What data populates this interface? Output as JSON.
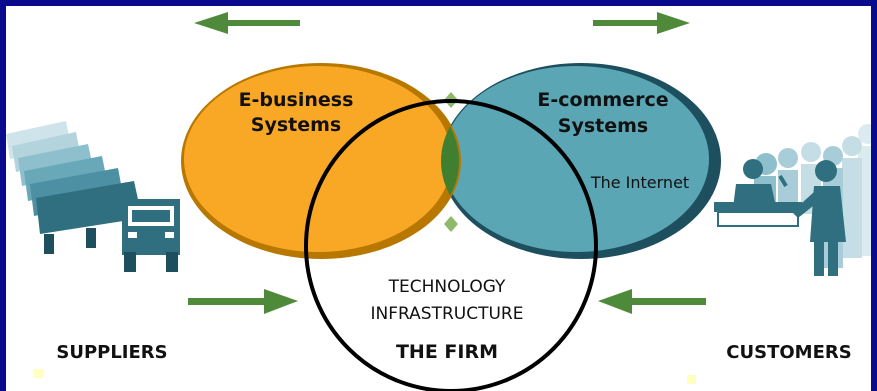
{
  "circles": {
    "ebusiness": {
      "line1": "E-business",
      "line2": "Systems",
      "color": "#f9a825"
    },
    "ecommerce": {
      "line1": "E-commerce",
      "line2": "Systems",
      "sublabel": "The Internet",
      "color": "#5aa6b5"
    },
    "firm": {
      "line1": "TECHNOLOGY",
      "line2": "INFRASTRUCTURE",
      "title": "THE FIRM"
    },
    "overlap_color": "#3f7f2f"
  },
  "sides": {
    "suppliers": "SUPPLIERS",
    "customers": "CUSTOMERS"
  },
  "colors": {
    "arrow": "#4f8a3a",
    "border": "#0a0a8c",
    "icon_teal": "#2f6f80"
  },
  "arrows": [
    {
      "name": "top-left-arrow",
      "direction": "left"
    },
    {
      "name": "top-right-arrow",
      "direction": "right"
    },
    {
      "name": "bottom-left-arrow",
      "direction": "right"
    },
    {
      "name": "bottom-right-arrow",
      "direction": "left"
    }
  ]
}
